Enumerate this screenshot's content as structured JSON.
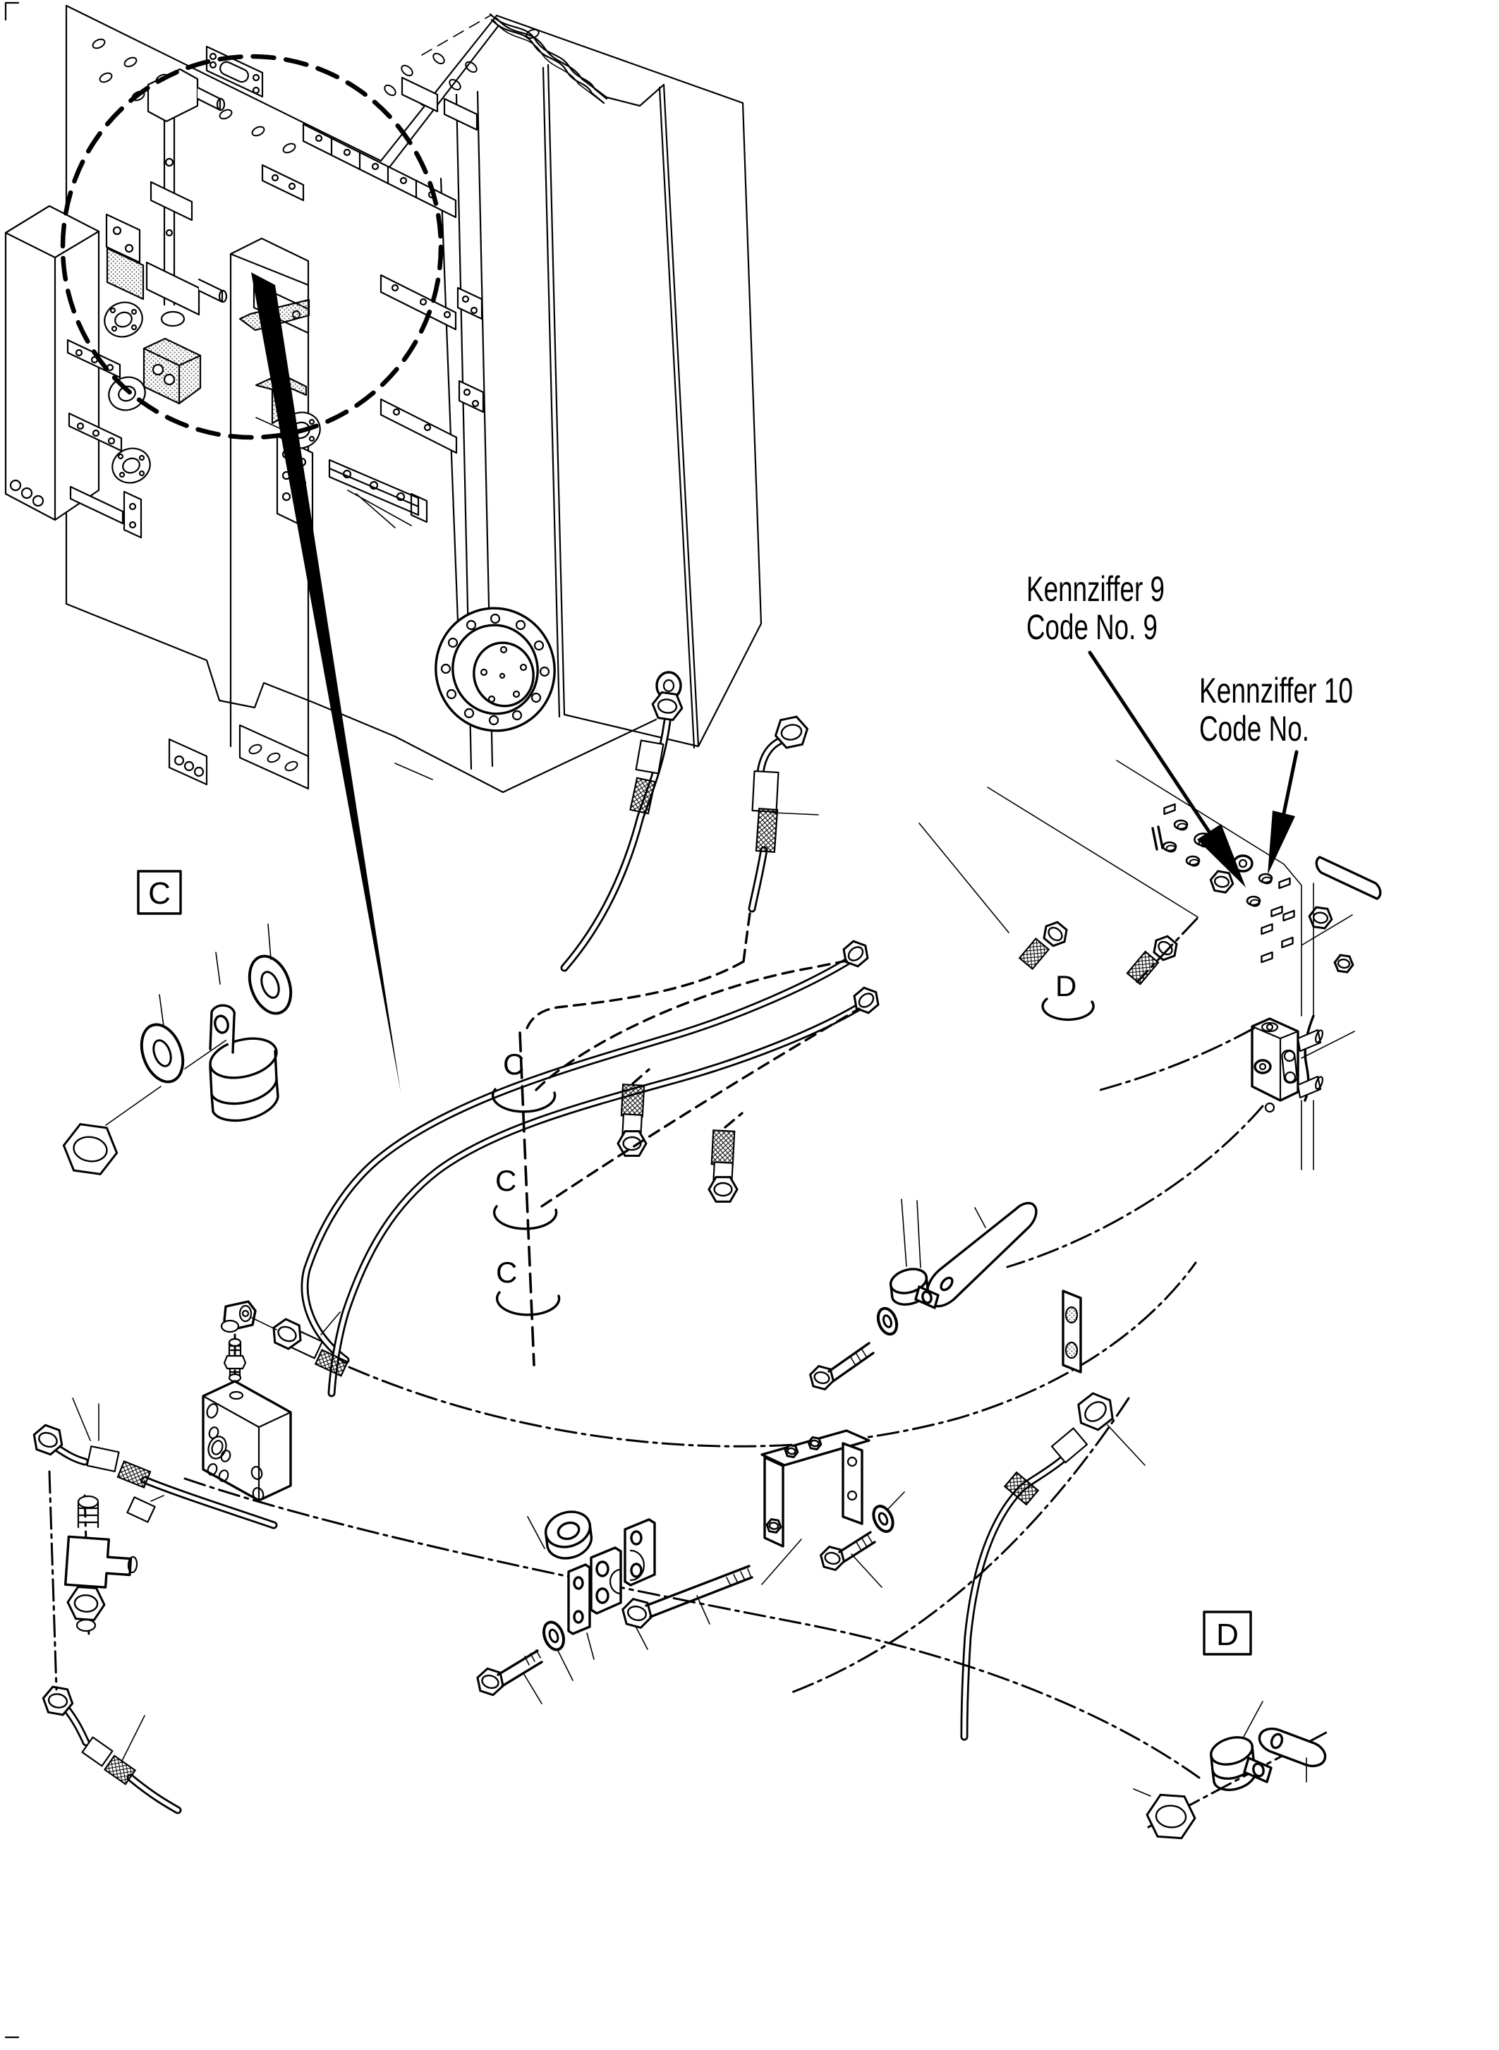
{
  "figure": {
    "background": "#ffffff",
    "ink": "#000000",
    "callouts": {
      "code9": {
        "line1": "Kennziffer 9",
        "line2": "Code No. 9"
      },
      "code10": {
        "line1": "Kennziffer 10",
        "line2": "Code No."
      }
    },
    "detail_markers": {
      "c_box": "C",
      "c_ref_1": "C",
      "c_ref_2": "C",
      "c_ref_3": "C",
      "d_ref": "D",
      "d_box": "D"
    }
  }
}
